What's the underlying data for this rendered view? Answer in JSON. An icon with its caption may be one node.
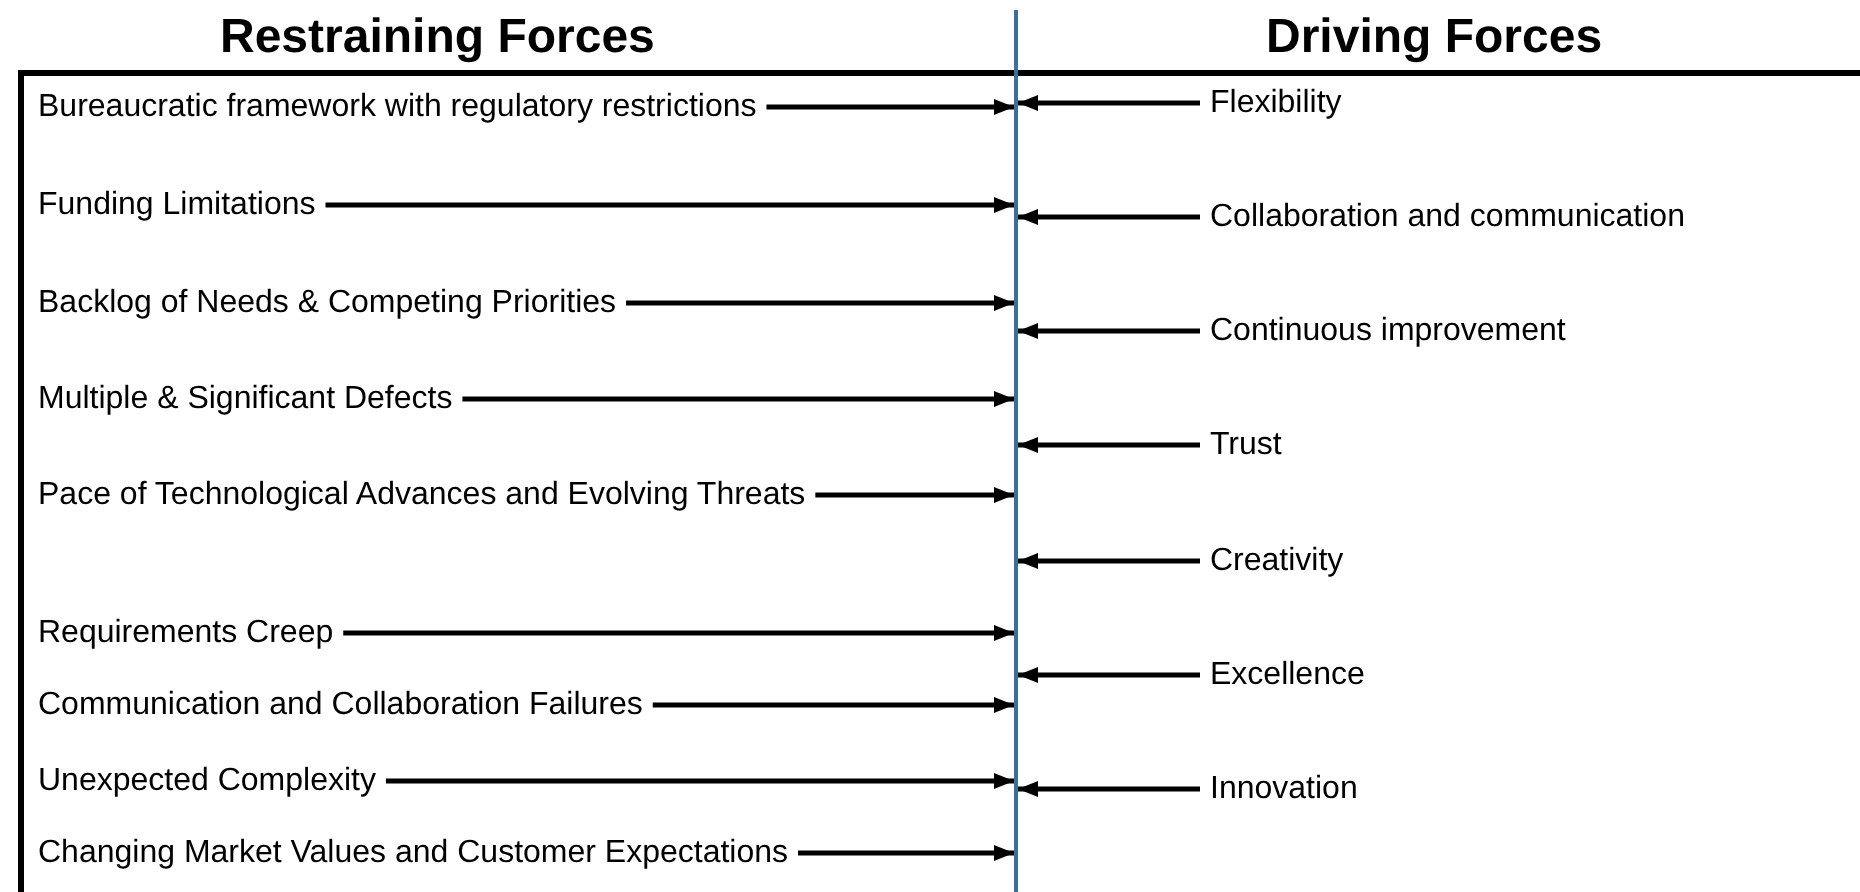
{
  "diagram": {
    "nodes": [
      {
        "text": [
          "Restraining Forces"
        ]
      },
      {
        "text": [
          "Bureaucratic framework with regulatory restrictions"
        ],
        "in": 0
      },
      {
        "text": [
          "Funding Limitations"
        ],
        "in": 0
      },
      {
        "text": [
          "Backlog of Needs & Competing Priorities"
        ],
        "in": 0
      },
      {
        "text": [
          "Multiple & Significant Defects"
        ],
        "in": 0
      },
      {
        "text": [
          "Pace of Technological Advances and Evolving Threats"
        ],
        "in": 0
      },
      {
        "text": [
          "Requirements Creep"
        ],
        "in": 0
      },
      {
        "text": [
          "Communication and Collaboration Failures"
        ],
        "in": 0
      },
      {
        "text": [
          "Unexpected Complexity"
        ],
        "in": 0
      },
      {
        "text": [
          "Changing Market Values and Customer Expectations"
        ],
        "in": 0
      },
      {
        "text": [],
        "shape": "bar"
      },
      {
        "text": [
          "Flexibility"
        ]
      },
      {
        "text": [
          "Collaboration and communication"
        ]
      },
      {
        "text": [
          "Continuous improvement"
        ]
      },
      {
        "text": [
          "Trust"
        ]
      },
      {
        "text": [
          "Creativity"
        ]
      },
      {
        "text": [
          "Excellence"
        ]
      },
      {
        "text": [
          "Innovation"
        ]
      }
    ],
    "edges": [
      {
        "from": 1,
        "to": 10,
        "arrow": "to"
      },
      {
        "from": 2,
        "to": 10,
        "arrow": "to"
      },
      {
        "from": 3,
        "to": 10,
        "arrow": "to"
      },
      {
        "from": 4,
        "to": 10,
        "arrow": "to"
      },
      {
        "from": 5,
        "to": 10,
        "arrow": "to"
      },
      {
        "from": 6,
        "to": 10,
        "arrow": "to"
      },
      {
        "from": 7,
        "to": 10,
        "arrow": "to"
      },
      {
        "from": 8,
        "to": 10,
        "arrow": "to"
      },
      {
        "from": 9,
        "to": 10,
        "arrow": "to"
      },
      {
        "from": 11,
        "to": 10,
        "arrow": "to"
      },
      {
        "from": 12,
        "to": 10,
        "arrow": "to"
      },
      {
        "from": 13,
        "to": 10,
        "arrow": "to"
      },
      {
        "from": 14,
        "to": 10,
        "arrow": "to"
      },
      {
        "from": 15,
        "to": 10,
        "arrow": "to"
      },
      {
        "from": 16,
        "to": 10,
        "arrow": "to"
      },
      {
        "from": 17,
        "to": 10,
        "arrow": "to"
      }
    ],
    "labels": [
      "Driving Forces"
    ]
  }
}
